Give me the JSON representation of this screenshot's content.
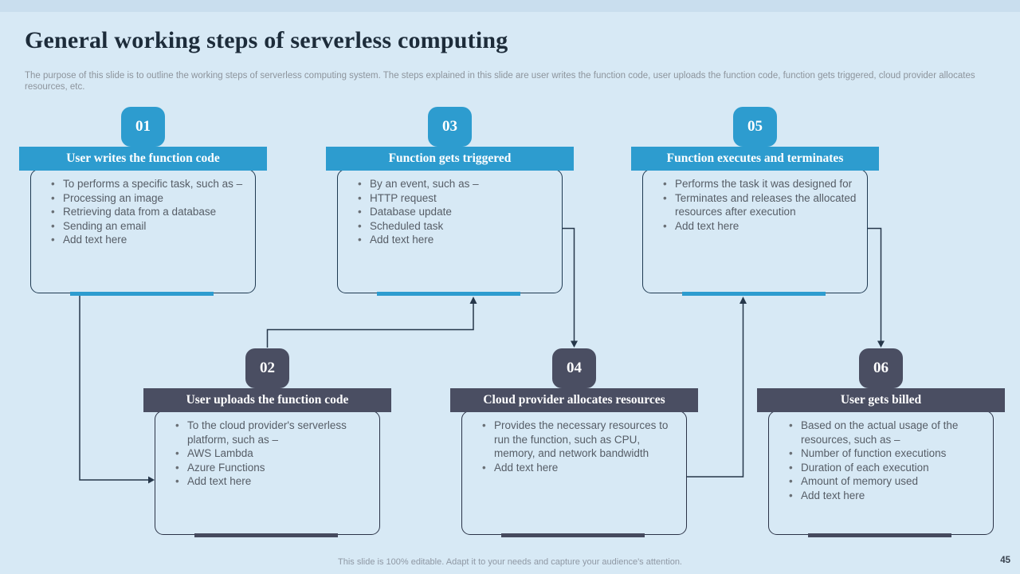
{
  "slide": {
    "title": "General working steps of serverless computing",
    "subtitle": "The purpose of this slide is to outline the working steps of serverless computing system. The steps explained in this slide are user writes the function code, user uploads the function code, function gets triggered, cloud provider allocates resources, etc.",
    "footer": "This slide is 100% editable. Adapt it to your needs and capture your audience's attention.",
    "page_number": "45"
  },
  "colors": {
    "background": "#d7e9f5",
    "accent_blue": "#2d9ccf",
    "accent_dark_navy": "#4a4e62",
    "connector_line": "#26374a",
    "title_text": "#1d2c3a",
    "body_text": "#565d66"
  },
  "steps": [
    {
      "number": "01",
      "title": "User writes the function code",
      "theme": "blue",
      "bullets": [
        "To performs a specific task, such as –",
        "Processing an image",
        "Retrieving data from a database",
        "Sending an email",
        "Add text here"
      ]
    },
    {
      "number": "02",
      "title": "User uploads the function code",
      "theme": "dark",
      "bullets": [
        "To the cloud provider's serverless platform, such as –",
        "AWS Lambda",
        "Azure Functions",
        "Add text here"
      ]
    },
    {
      "number": "03",
      "title": "Function gets triggered",
      "theme": "blue",
      "bullets": [
        "By an event, such as –",
        "HTTP request",
        "Database update",
        "Scheduled task",
        "Add text here"
      ]
    },
    {
      "number": "04",
      "title": "Cloud provider allocates resources",
      "theme": "dark",
      "bullets": [
        "Provides the necessary resources to run the function, such as CPU, memory, and network bandwidth",
        "Add text here"
      ]
    },
    {
      "number": "05",
      "title": "Function executes and terminates",
      "theme": "blue",
      "bullets": [
        "Performs the task it was designed for",
        "Terminates and releases the allocated resources after execution",
        "Add text here"
      ]
    },
    {
      "number": "06",
      "title": "User gets billed",
      "theme": "dark",
      "bullets": [
        "Based on the actual usage of the resources, such as –",
        "Number of function executions",
        "Duration of each execution",
        "Amount of memory used",
        "Add text here"
      ]
    }
  ]
}
